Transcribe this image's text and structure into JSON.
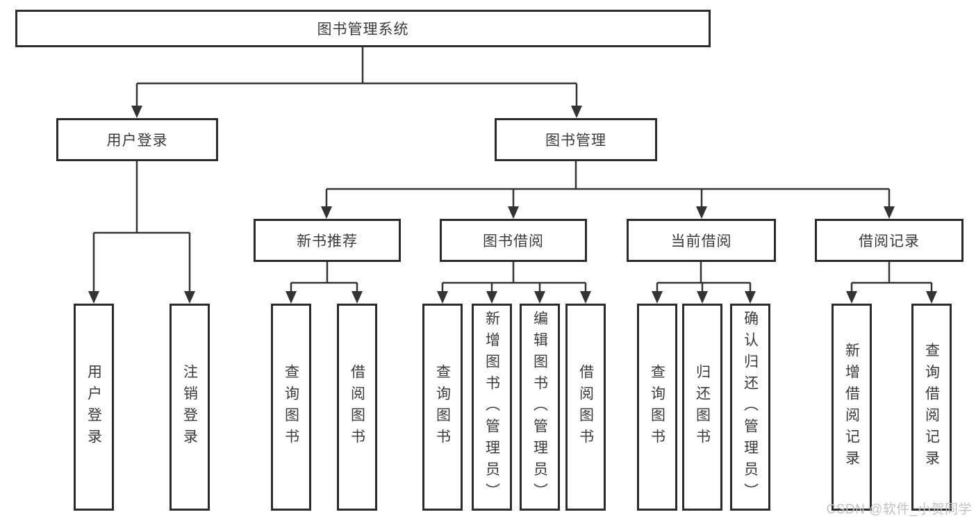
{
  "tree": {
    "label": "图书管理系统",
    "children": [
      {
        "label": "用户登录",
        "children": [
          {
            "label": "用户登录"
          },
          {
            "label": "注销登录"
          }
        ]
      },
      {
        "label": "图书管理",
        "children": [
          {
            "label": "新书推荐",
            "children": [
              {
                "label": "查询图书"
              },
              {
                "label": "借阅图书"
              }
            ]
          },
          {
            "label": "图书借阅",
            "children": [
              {
                "label": "查询图书"
              },
              {
                "label": "新增图书（管理员）"
              },
              {
                "label": "编辑图书（管理员）"
              },
              {
                "label": "借阅图书"
              }
            ]
          },
          {
            "label": "当前借阅",
            "children": [
              {
                "label": "查询图书"
              },
              {
                "label": "归还图书"
              },
              {
                "label": "确认归还（管理员）"
              }
            ]
          },
          {
            "label": "借阅记录",
            "children": [
              {
                "label": "新增借阅记录"
              },
              {
                "label": "查询借阅记录"
              }
            ]
          }
        ]
      }
    ]
  },
  "watermark": "CSDN @软件_小贺同学",
  "colors": {
    "line": "#333333",
    "box_border": "#2b2b2b",
    "text": "#3a3a3a",
    "watermark": "#bfc1c4",
    "background": "#ffffff"
  }
}
